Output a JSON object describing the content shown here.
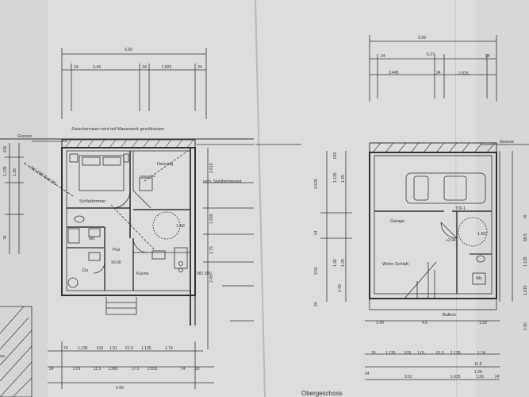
{
  "sheet": {
    "paper_color": "#dfe0dd",
    "ink_color": "#2f3136"
  },
  "left_plan": {
    "top_total": "6.99",
    "top_segments": [
      "24",
      "3.44",
      "24",
      "2.825",
      "24"
    ],
    "note": "Zwischenraum wird mit Mauerwerk geschlossen",
    "grenze": "Grenze",
    "wall_note": "vorh. Stahlbetonwand",
    "nd_slope": "ND 100 Gef.2%",
    "nd_right": "ND 100",
    "rooms": {
      "heizung": "Heizung",
      "schlafzimmer": "Schlafzimmer",
      "wc": "Wc",
      "flur": "Flur",
      "flur_level": "±0.00",
      "du": "Du",
      "kueche": "Küche",
      "circle_dim": "1.60"
    },
    "left_dims": [
      "615",
      "1.135",
      "1.35",
      "76"
    ],
    "right_dims": [
      "2.615",
      "1.835",
      "1.75",
      "2.45"
    ],
    "bottom_row1": [
      "74",
      "1.135",
      "615",
      "1.01",
      "61.5",
      "1.135",
      "1.74"
    ],
    "bottom_row2": [
      "24",
      "2.01",
      "11.5",
      "1.385",
      "17.5",
      "2.825",
      "24",
      "20"
    ],
    "bottom_total": "6.99",
    "edge_text": "us"
  },
  "right_plan": {
    "top_total": "6.99",
    "top_row1": [
      "24",
      "6.27",
      "24"
    ],
    "top_row2": [
      "3.445",
      "24",
      "2.825"
    ],
    "grenze": "Grenze",
    "rooms": {
      "garage": "Garage",
      "wohn": "Wohn-Schlafr.",
      "wc": "Wc",
      "balkon": "Balkon",
      "t30": "T30-1",
      "level": "+2.94",
      "circle_dim": "1.60"
    },
    "left_dims": [
      "3.635",
      "24",
      "3.51",
      "24"
    ],
    "inner_dims": [
      "615",
      "1.135",
      "1.35",
      "1.26",
      "1.25",
      "1.49"
    ],
    "right_dims": [
      "76",
      "88.5",
      "1.135",
      "1.615",
      "1.50"
    ],
    "balkon_dims": [
      "1.49",
      "4.0",
      "1.50"
    ],
    "bottom_row1": [
      "74",
      "1.135",
      "615",
      "1.01",
      "61.5",
      "1.135",
      "1.74"
    ],
    "bottom_row2": [
      "11.5",
      "1.26"
    ],
    "bottom_row3": [
      "24",
      "3.51",
      "1.625",
      "1.26",
      "24"
    ],
    "title": "Obergeschoss"
  }
}
